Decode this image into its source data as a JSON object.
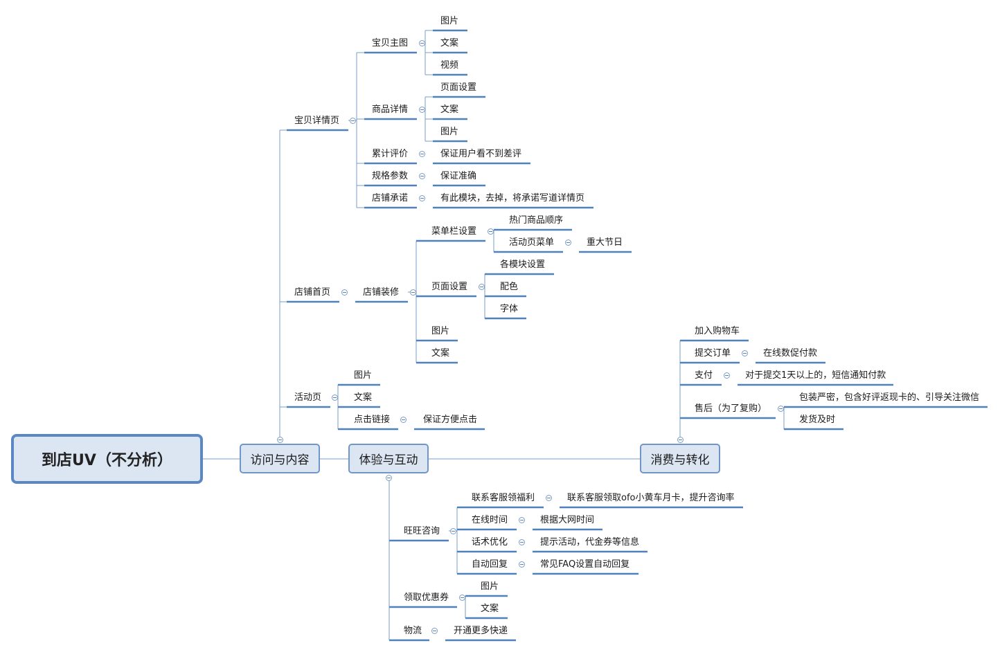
{
  "root": "到店UV（不分析）",
  "branches": {
    "visit": {
      "title": "访问与内容",
      "detail_page": {
        "label": "宝贝详情页",
        "main_image": {
          "label": "宝贝主图",
          "children": [
            "图片",
            "文案",
            "视频"
          ]
        },
        "product_detail": {
          "label": "商品详情",
          "children": [
            "页面设置",
            "文案",
            "图片"
          ]
        },
        "reviews": {
          "label": "累计评价",
          "child": "保证用户看不到差评"
        },
        "specs": {
          "label": "规格参数",
          "child": "保证准确"
        },
        "promise": {
          "label": "店铺承诺",
          "child": "有此模块，去掉，将承诺写道详情页"
        }
      },
      "homepage": {
        "label": "店铺首页",
        "decoration": {
          "label": "店铺装修",
          "menu": {
            "label": "菜单栏设置",
            "hot": "热门商品顺序",
            "activity_menu": {
              "label": "活动页菜单",
              "child": "重大节日"
            }
          },
          "page_settings": {
            "label": "页面设置",
            "children": [
              "各模块设置",
              "配色",
              "字体"
            ]
          },
          "image": "图片",
          "copy": "文案"
        }
      },
      "activity_page": {
        "label": "活动页",
        "image": "图片",
        "copy": "文案",
        "click_link": {
          "label": "点击链接",
          "child": "保证方便点击"
        }
      }
    },
    "experience": {
      "title": "体验与互动",
      "wangwang": {
        "label": "旺旺咨询",
        "benefit": {
          "label": "联系客服领福利",
          "child": "联系客服领取ofo小黄车月卡，提升咨询率"
        },
        "online": {
          "label": "在线时间",
          "child": "根据大网时间"
        },
        "script": {
          "label": "话术优化",
          "child": "提示活动，代金券等信息"
        },
        "auto_reply": {
          "label": "自动回复",
          "child": "常见FAQ设置自动回复"
        }
      },
      "coupon": {
        "label": "领取优惠券",
        "children": [
          "图片",
          "文案"
        ]
      },
      "logistics": {
        "label": "物流",
        "child": "开通更多快递"
      }
    },
    "conversion": {
      "title": "消费与转化",
      "cart": "加入购物车",
      "order": {
        "label": "提交订单",
        "child": "在线数促付款"
      },
      "pay": {
        "label": "支付",
        "child": "对于提交1天以上的，短信通知付款"
      },
      "after_sale": {
        "label": "售后（为了复购）",
        "children": [
          "包装严密，包含好评返现卡的、引导关注微信",
          "发货及时"
        ]
      }
    }
  },
  "colors": {
    "node_fill": "#dce6f2",
    "node_border": "#6f95c9",
    "line": "#4f81bd"
  }
}
